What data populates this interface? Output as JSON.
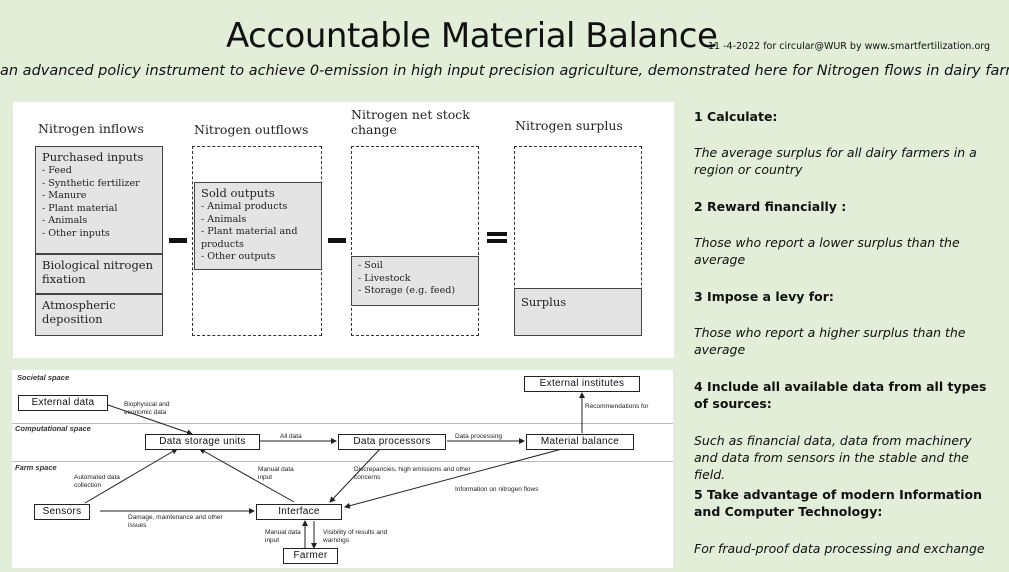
{
  "header": {
    "title": "Accountable Material Balance",
    "meta": "11 -4-2022 for circular@WUR  by  www.smartfertilization.org",
    "subtitle": "an advanced policy instrument to achieve 0-emission in high input precision agriculture, demonstrated here for Nitrogen flows in dairy farming"
  },
  "balance": {
    "inflows": {
      "heading": "Nitrogen inflows",
      "purchased_title": "Purchased inputs",
      "purchased_items": [
        "Feed",
        "Synthetic fertilizer",
        "Manure",
        "Plant material",
        "Animals",
        "Other inputs"
      ],
      "bio_fixation": "Biological nitrogen fixation",
      "atmospheric": "Atmospheric deposition"
    },
    "outflows": {
      "heading": "Nitrogen outflows",
      "sold_title": "Sold outputs",
      "sold_items": [
        "Animal products",
        "Animals",
        "Plant material and products",
        "Other outputs"
      ]
    },
    "stock": {
      "heading": "Nitrogen net stock change",
      "items": [
        "Soil",
        "Livestock",
        "Storage (e.g. feed)"
      ]
    },
    "surplus": {
      "heading": "Nitrogen surplus",
      "box_label": "Surplus"
    }
  },
  "steps": [
    {
      "heading": "1 Calculate:",
      "text": "The average surplus for all dairy farmers in a region or country"
    },
    {
      "heading": "2 Reward financially :",
      "text": "Those who report a lower surplus than the average"
    },
    {
      "heading": "3 Impose a levy for:",
      "text": "Those who report a higher surplus than the average"
    },
    {
      "heading": "4 Include all available data from all  types of sources:",
      "text": "Such as financial data, data from machinery and data from sensors in the stable and the field."
    },
    {
      "heading": "5 Take advantage of modern Information and Computer Technology:",
      "text": "For fraud-proof data processing and exchange"
    }
  ],
  "flow": {
    "spaces": {
      "societal": "Societal space",
      "computational": "Computational space",
      "farm": "Farm space"
    },
    "nodes": {
      "external_data": "External data",
      "external_institutes": "External institutes",
      "data_storage": "Data storage units",
      "data_processors": "Data processors",
      "material_balance": "Material balance",
      "sensors": "Sensors",
      "interface": "Interface",
      "farmer": "Farmer"
    },
    "edges": {
      "biophysical": "Biophysical and economic data",
      "recommendations": "Recommendations for",
      "all_data": "All data",
      "data_processing": "Data processing",
      "automated": "Automated data collection",
      "manual_input_1": "Manual data input",
      "discrepancies": "Discrepancies, high emissions and other concerns",
      "info_nitrogen": "Information on nitrogen flows",
      "damage": "Damage, maintenance and other issues",
      "manual_input_2": "Manual data input",
      "visibility": "Visibility of results and warnings"
    }
  }
}
